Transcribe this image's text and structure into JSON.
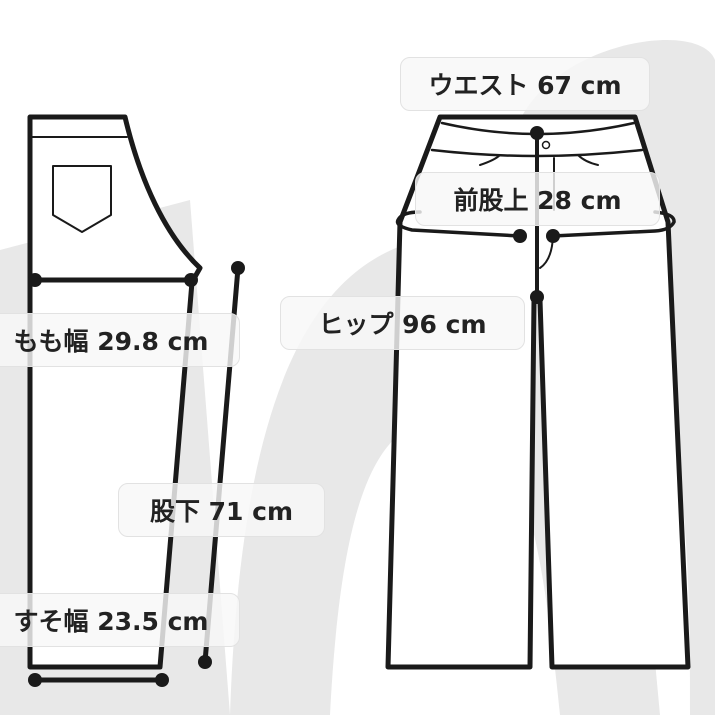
{
  "watermark": {
    "text": "ma",
    "color": "#e6e6e6"
  },
  "colors": {
    "line": "#1a1a1a",
    "label_bg": "#f8f8f8"
  },
  "labels": {
    "waist": "ウエスト 67 cm",
    "front_rise": "前股上 28 cm",
    "hip": "ヒップ 96 cm",
    "thigh": "もも幅 29.8 cm",
    "inseam": "股下 71 cm",
    "hem": "すそ幅 23.5 cm"
  }
}
